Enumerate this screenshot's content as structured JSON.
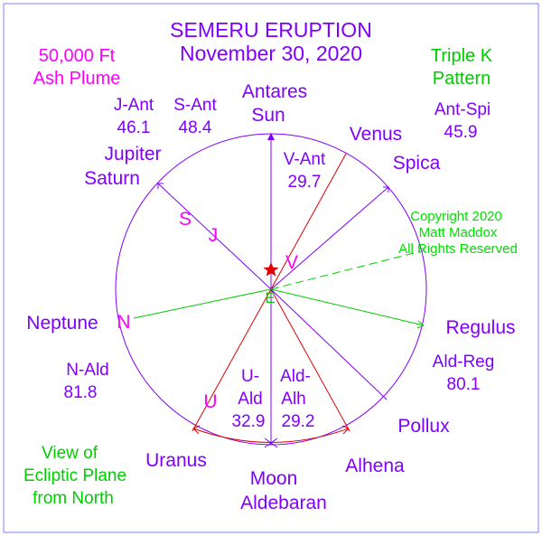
{
  "title": {
    "line1": "SEMERU ERUPTION",
    "line2": "November 30, 2020"
  },
  "notes": {
    "plume_line1": "50,000 Ft",
    "plume_line2": "Ash Plume",
    "pattern_line1": "Triple K",
    "pattern_line2": "Pattern",
    "copyright_line1": "Copyright 2020",
    "copyright_line2": "Matt Maddox",
    "copyright_line3": "All Rights Reserved",
    "view_line1": "View of",
    "view_line2": "Ecliptic Plane",
    "view_line3": "from North"
  },
  "bodies": {
    "top_line1": "Antares",
    "top_line2": "Sun",
    "venus": "Venus",
    "spica": "Spica",
    "jupiter_line1": "Jupiter",
    "jupiter_line2": "Saturn",
    "neptune": "Neptune",
    "regulus": "Regulus",
    "pollux": "Pollux",
    "alhena": "Alhena",
    "uranus": "Uranus",
    "bottom_line1": "Moon",
    "bottom_line2": "Aldebaran"
  },
  "angles": {
    "j_ant_label": "J-Ant",
    "j_ant_value": "46.1",
    "s_ant_label": "S-Ant",
    "s_ant_value": "48.4",
    "ant_spi_label": "Ant-Spi",
    "ant_spi_value": "45.9",
    "v_ant_label": "V-Ant",
    "v_ant_value": "29.7",
    "n_ald_label": "N-Ald",
    "n_ald_value": "81.8",
    "ald_reg_label": "Ald-Reg",
    "ald_reg_value": "80.1",
    "u_ald_line1": "U-",
    "u_ald_line2": "Ald",
    "u_ald_value": "32.9",
    "ald_alh_line1": "Ald-",
    "ald_alh_line2": "Alh",
    "ald_alh_value": "29.2"
  },
  "markers": {
    "earth": "E",
    "saturn": "S",
    "jupiter": "J",
    "venus": "V",
    "neptune": "N",
    "uranus": "U"
  },
  "colors": {
    "purple": "#8000ff",
    "magenta": "#ff00ff",
    "green": "#00cc00",
    "red": "#e00000",
    "frame": "#8080ff"
  }
}
